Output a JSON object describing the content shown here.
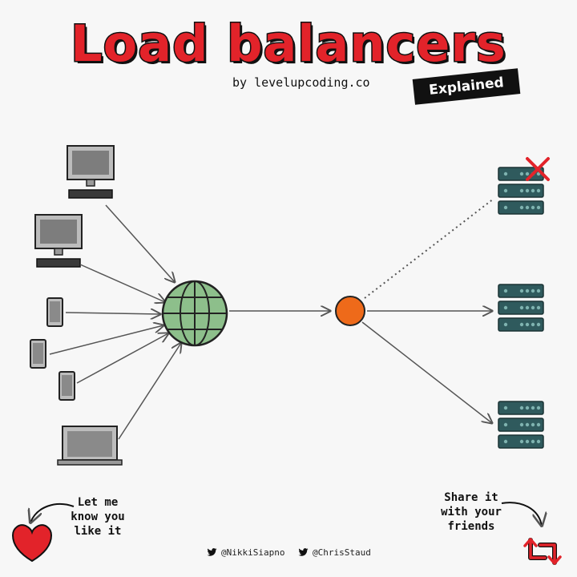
{
  "header": {
    "title": "Load balancers",
    "byline": "by levelupcoding.co",
    "badge": "Explained"
  },
  "footer": {
    "like_note": "Let me\nknow you\nlike it",
    "share_note": "Share it\nwith your\nfriends",
    "handles": [
      "@NikkiSiapno",
      "@ChrisStaud"
    ]
  },
  "colors": {
    "title_red": "#e2232a",
    "globe_green": "#8dbf8b",
    "balancer_orange": "#ee6a1a",
    "server_teal": "#2f5a5d",
    "twitter_black": "#111111"
  },
  "icons": [
    "desktop-icon",
    "smartphone-icon",
    "laptop-icon",
    "globe-icon",
    "server-icon",
    "heart-icon",
    "retweet-icon",
    "twitter-icon"
  ]
}
